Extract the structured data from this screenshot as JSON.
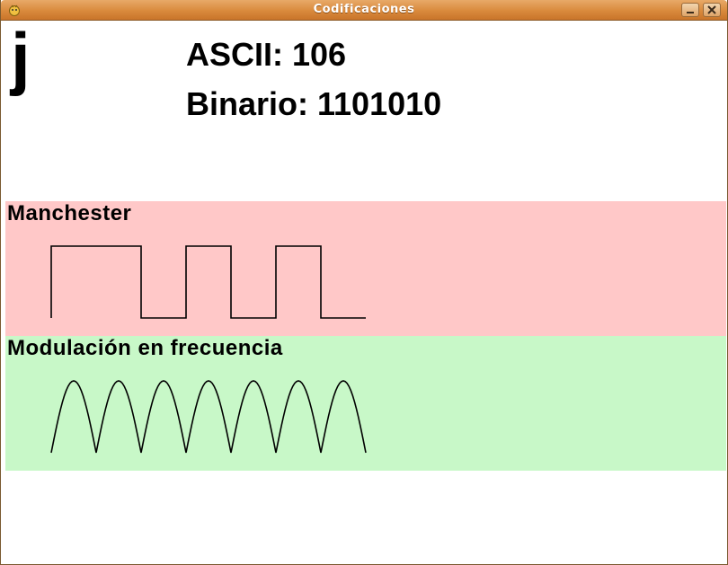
{
  "window": {
    "title": "Codificaciones",
    "icons": {
      "app": "app-icon",
      "minimize": "minimize-icon",
      "close": "close-icon"
    }
  },
  "character": {
    "glyph": "j",
    "ascii_text": "ASCII: 106",
    "binary_text": "Binario: 1101010",
    "bits": "1101010"
  },
  "manchester": {
    "title": "Manchester",
    "color": "#ffc8c8"
  },
  "fm": {
    "title": "Modulación en frecuencia",
    "color": "#c8f8c8"
  }
}
